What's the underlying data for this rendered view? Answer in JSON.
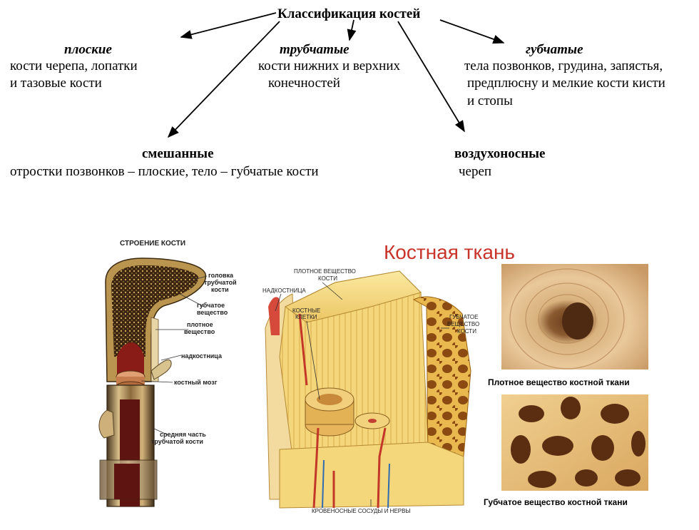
{
  "title": "Классификация костей",
  "categories": {
    "flat": {
      "name": "плоские",
      "line1": "кости черепа, лопатки",
      "line2": "и тазовые кости"
    },
    "tubular": {
      "name": "трубчатые",
      "line1": "кости нижних и верхних",
      "line2": "конечностей"
    },
    "spongy": {
      "name": "губчатые",
      "line1": "тела позвонков, грудина, запястья,",
      "line2": "предплюсну и мелкие кости кисти",
      "line3": "и стопы"
    },
    "mixed": {
      "name": "смешанные",
      "line1": "отростки позвонков – плоские, тело – губчатые кости"
    },
    "air": {
      "name": "воздухоносные",
      "line1": "череп"
    }
  },
  "bone_structure": {
    "title": "СТРОЕНИЕ КОСТИ",
    "head": [
      "головка",
      "трубчатой",
      "кости"
    ],
    "spongy": [
      "губчатое",
      "вещество"
    ],
    "compact": [
      "плотное",
      "вещество"
    ],
    "periosteum": "надкостница",
    "marrow": "костный мозг",
    "middle": [
      "средняя часть",
      "трубчатой кости"
    ]
  },
  "tissue": {
    "title": "Костная ткань",
    "compact": [
      "ПЛОТНОЕ ВЕЩЕСТВО",
      "КОСТИ"
    ],
    "periosteum": "НАДКОСТНИЦА",
    "cells": [
      "КОСТНЫЕ",
      "КЛЕТКИ"
    ],
    "spongy": [
      "ГУБЧАТОЕ",
      "ВЕЩЕСТВО",
      "КОСТИ"
    ],
    "vessels": "КРОВЕНОСНЫЕ СОСУДЫ И НЕРВЫ"
  },
  "photos": {
    "compact_caption": "Плотное вещество костной ткани",
    "spongy_caption": "Губчатое вещество костной ткани"
  },
  "colors": {
    "tissue_title": "#c8342a",
    "bone_yellow": "#f2d36b",
    "bone_dark": "#5b3a1a",
    "photo_light": "#e9c89a",
    "photo_dark": "#6a3c1c"
  }
}
